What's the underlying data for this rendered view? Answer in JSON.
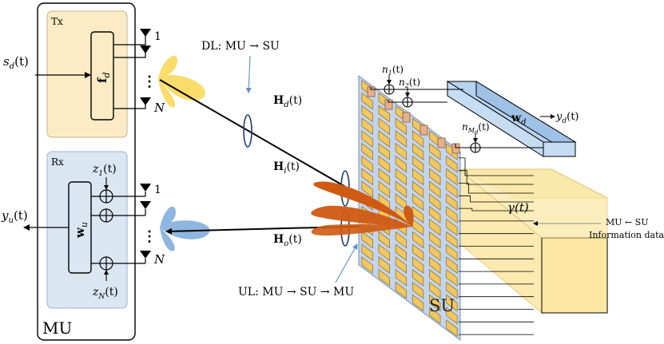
{
  "mu": {
    "box_label": "MU",
    "tx": {
      "label": "Tx",
      "input_signal": "s",
      "input_signal_sub": "d",
      "input_signal_arg": "(t)",
      "precoder_base": "f",
      "precoder_sub": "d",
      "antenna_first": "1",
      "antenna_dots": "⋮",
      "antenna_last": "N"
    },
    "rx": {
      "label": "Rx",
      "output_signal": "y",
      "output_signal_sub": "u",
      "output_signal_arg": "(t)",
      "combiner_base": "w",
      "combiner_sub": "u",
      "noise_top": "z",
      "noise_top_sub": "1",
      "noise_top_arg": "(t)",
      "noise_bottom": "z",
      "noise_bottom_sub": "N",
      "noise_bottom_arg": "(t)",
      "antenna_first": "1",
      "antenna_dots": "⋮",
      "antenna_last": "N"
    }
  },
  "links": {
    "dl_label": "DL: MU → SU",
    "ul_label": "UL: MU → SU → MU",
    "channel_d_base": "H",
    "channel_d_sub": "d",
    "channel_d_arg": "(t)",
    "channel_i_base": "H",
    "channel_i_sub": "i",
    "channel_i_arg": "(t)",
    "channel_o_base": "H",
    "channel_o_sub": "o",
    "channel_o_arg": "(t)"
  },
  "su": {
    "label": "SU",
    "noise_1": "n",
    "noise_1_sub": "1",
    "noise_1_arg": "(t)",
    "noise_2": "n",
    "noise_2_sub": "2",
    "noise_2_arg": "(t)",
    "noise_m": "n",
    "noise_m_sub": "M",
    "noise_m_subsub": "d",
    "noise_m_arg": "(t)",
    "combiner_base": "w",
    "combiner_sub": "d",
    "output_signal": "y",
    "output_signal_sub": "d",
    "output_signal_arg": "(t)",
    "reflection_coeff": "γ(t)",
    "info_line_1": "MU ← SU",
    "info_line_2": "Information data"
  },
  "colors": {
    "tx_fill": "#fcebc4",
    "rx_fill": "#dbe6f3",
    "tx_beam": "#f9dc6a",
    "rx_beam": "#8fb6e0",
    "su_panel": "#c3d4ee",
    "su_element": "#f0c760",
    "su_element_border": "#8a6d1c",
    "su_sensor": "#e6b08a",
    "su_beam": "#cf5a12",
    "combiner_fill": "#c6dcf2",
    "gamma_fill": "#fce7a3",
    "pointer_blue": "#5b8fc9"
  }
}
